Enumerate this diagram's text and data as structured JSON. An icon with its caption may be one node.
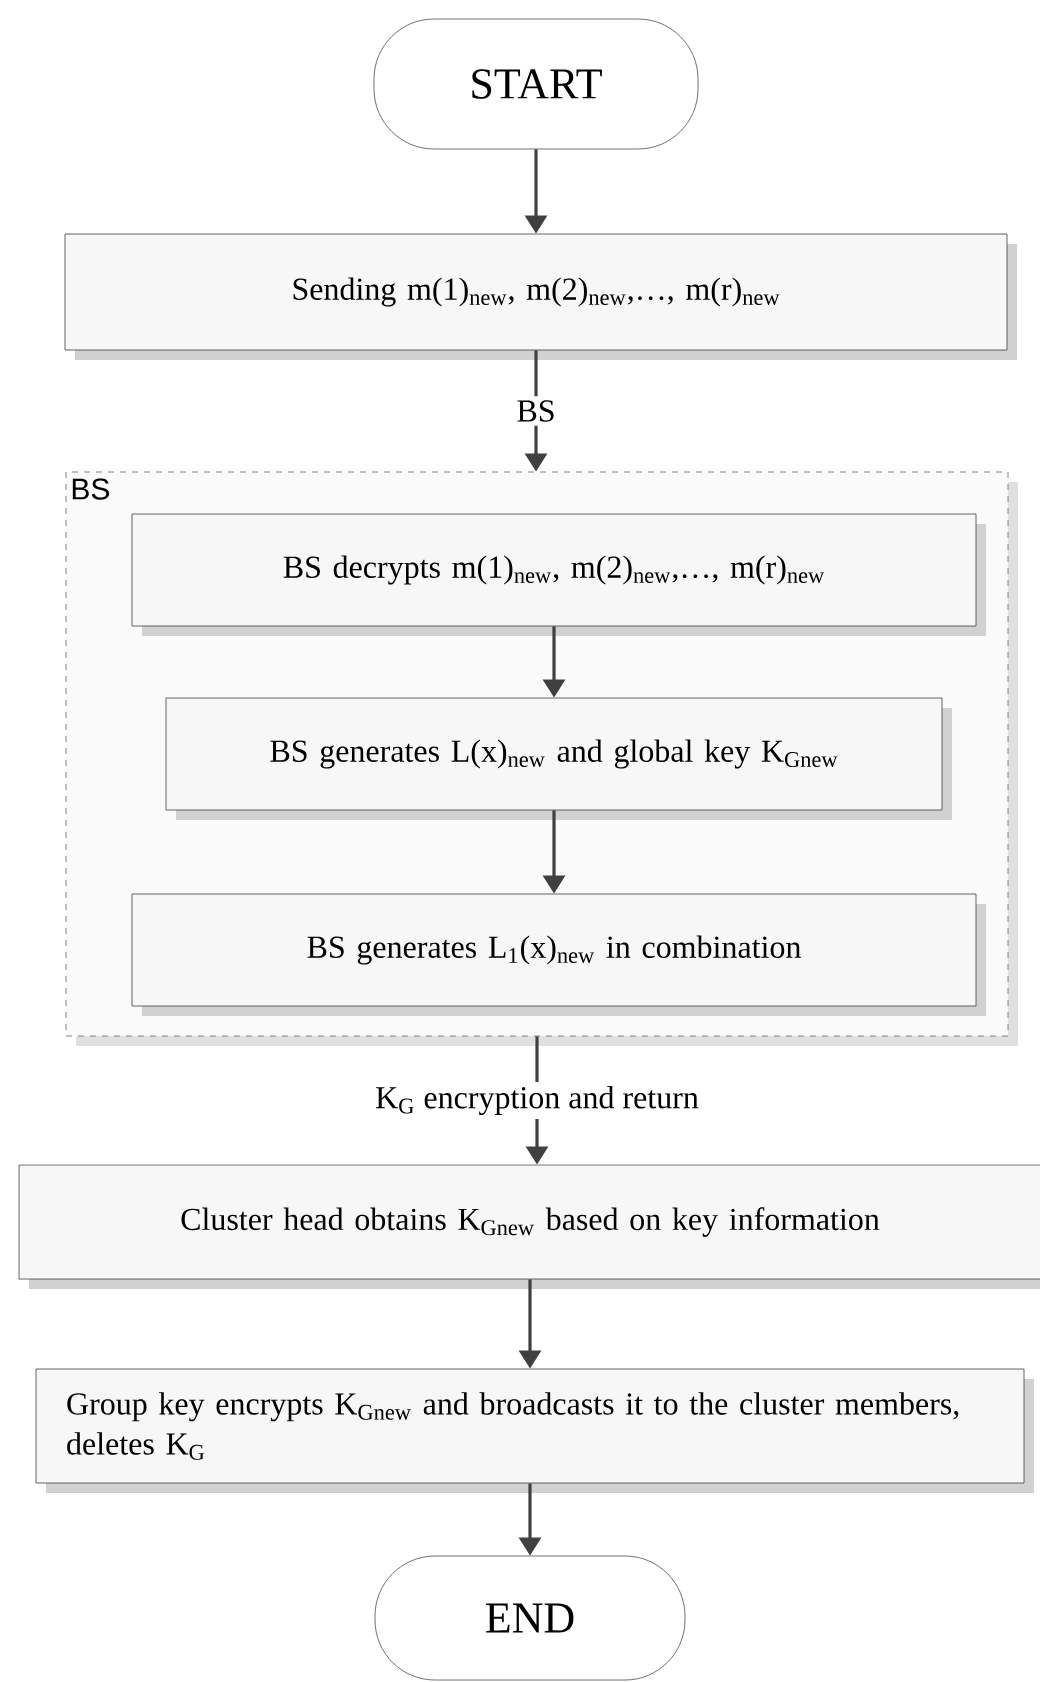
{
  "diagram": {
    "nodes": [
      {
        "text": [
          "START"
        ]
      },
      {
        "text": [
          "Sending m(1)$_{new}$, m(2)$_{new}$,…, m(r)$_{new}$"
        ]
      },
      {
        "text": [
          "BS"
        ]
      },
      {
        "text": [
          "BS decrypts m(1)$_{new}$, m(2)$_{new}$,…, m(r)$_{new}$"
        ],
        "in": 2
      },
      {
        "text": [
          "BS generates L(x)$_{new}$ and global key K$_{Gnew}$"
        ],
        "in": 2
      },
      {
        "text": [
          "BS generates L$_{1}$(x)$_{new}$ in combination"
        ],
        "in": 2
      },
      {
        "text": [
          "Cluster head obtains K$_{Gnew}$ based on key information"
        ]
      },
      {
        "text": [
          "Group key encrypts K$_{Gnew}$ and broadcasts it to the cluster members, deletes K$_{G}$"
        ]
      },
      {
        "text": [
          "END"
        ]
      }
    ],
    "edges": [
      {
        "from": 0,
        "to": 1,
        "arrow": "to"
      },
      {
        "from": 1,
        "to": 2,
        "arrow": "to",
        "label": "BS"
      },
      {
        "from": 3,
        "to": 4,
        "arrow": "to"
      },
      {
        "from": 4,
        "to": 5,
        "arrow": "to"
      },
      {
        "from": 2,
        "to": 6,
        "arrow": "to",
        "label": "K$_{G}$ encryption and return"
      },
      {
        "from": 6,
        "to": 7,
        "arrow": "to"
      },
      {
        "from": 7,
        "to": 8,
        "arrow": "to"
      }
    ]
  }
}
